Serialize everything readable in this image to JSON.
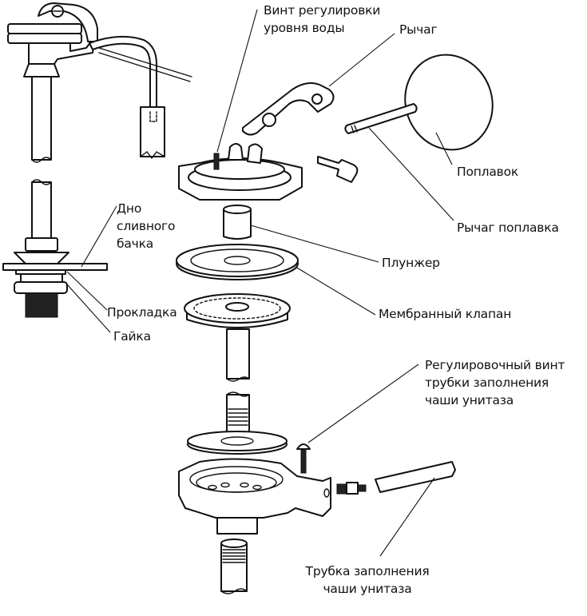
{
  "diagram": {
    "type": "exploded-view",
    "subject": "toilet cistern fill valve",
    "colors": {
      "line": "#111111",
      "background": "#ffffff"
    },
    "labels": {
      "adjust_screw_water_level": [
        "Винт регулировки",
        "уровня воды"
      ],
      "lever": "Рычаг",
      "float": "Поплавок",
      "float_lever": "Рычаг поплавка",
      "tank_bottom": [
        "Дно",
        "сливного",
        "бачка"
      ],
      "plunger": "Плунжер",
      "diaphragm_valve": "Мембранный клапан",
      "gasket": "Прокладка",
      "nut": "Гайка",
      "bowl_fill_tube_adjust_screw": [
        "Регулировочный винт",
        "трубки заполнения",
        "чаши унитаза"
      ],
      "bowl_fill_tube": [
        "Трубка заполнения",
        "чаши унитаза"
      ]
    }
  }
}
